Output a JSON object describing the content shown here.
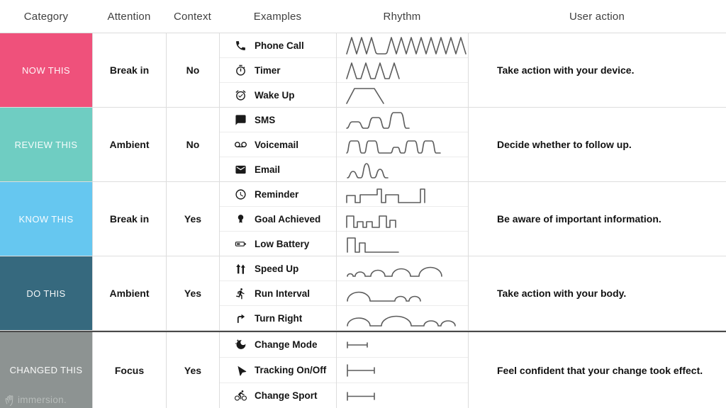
{
  "header": {
    "columns": [
      "Category",
      "Attention",
      "Context",
      "Examples",
      "Rhythm",
      "User action"
    ]
  },
  "rows": [
    {
      "category": {
        "label": "NOW THIS",
        "color": "#ef517b"
      },
      "attention": "Break in",
      "context": "No",
      "examples": [
        {
          "label": "Phone Call",
          "icon": "phone-icon",
          "waveform": "zigzag-burst-pause-long-burst"
        },
        {
          "label": "Timer",
          "icon": "timer-icon",
          "waveform": "four-sharp-peaks"
        },
        {
          "label": "Wake Up",
          "icon": "alarm-check-icon",
          "waveform": "ramp-hold-release"
        }
      ],
      "user_action": "Take action with your device."
    },
    {
      "category": {
        "label": "REVIEW THIS",
        "color": "#6fcdc2"
      },
      "attention": "Ambient",
      "context": "No",
      "examples": [
        {
          "label": "SMS",
          "icon": "sms-icon",
          "waveform": "three-rising-round-pulses"
        },
        {
          "label": "Voicemail",
          "icon": "voicemail-icon",
          "waveform": "double-pulse-pause-small-double-pulse"
        },
        {
          "label": "Email",
          "icon": "email-icon",
          "waveform": "small-tall-medium-round-pulses"
        }
      ],
      "user_action": "Decide whether to follow up."
    },
    {
      "category": {
        "label": "KNOW THIS",
        "color": "#66c7f0"
      },
      "attention": "Break in",
      "context": "Yes",
      "examples": [
        {
          "label": "Reminder",
          "icon": "reminder-clock-icon",
          "waveform": "mixed-square-wave-long"
        },
        {
          "label": "Goal Achieved",
          "icon": "medal-icon",
          "waveform": "square-pulse-cluster"
        },
        {
          "label": "Low Battery",
          "icon": "battery-icon",
          "waveform": "tall-medium-square-pulse-fade"
        }
      ],
      "user_action": "Be aware of important information."
    },
    {
      "category": {
        "label": "DO THIS",
        "color": "#36697e"
      },
      "attention": "Ambient",
      "context": "Yes",
      "examples": [
        {
          "label": "Speed Up",
          "icon": "double-up-arrow-icon",
          "waveform": "rising-humps"
        },
        {
          "label": "Run Interval",
          "icon": "runner-icon",
          "waveform": "large-hump-pause-two-small"
        },
        {
          "label": "Turn Right",
          "icon": "turn-right-arrow-icon",
          "waveform": "medium-large-two-small-humps"
        }
      ],
      "user_action": "Take action with your body."
    },
    {
      "category": {
        "label": "CHANGED THIS",
        "color": "#8d9392"
      },
      "attention": "Focus",
      "context": "Yes",
      "examples": [
        {
          "label": "Change Mode",
          "icon": "moon-stars-icon",
          "waveform": "short-sustained-pulse"
        },
        {
          "label": "Tracking On/Off",
          "icon": "navigation-arrow-icon",
          "waveform": "sustained-pulse-strong-start"
        },
        {
          "label": "Change Sport",
          "icon": "cyclist-icon",
          "waveform": "medium-sustained-pulse"
        }
      ],
      "user_action": "Feel confident that your change took effect."
    }
  ],
  "watermark": {
    "text": "immersion."
  }
}
